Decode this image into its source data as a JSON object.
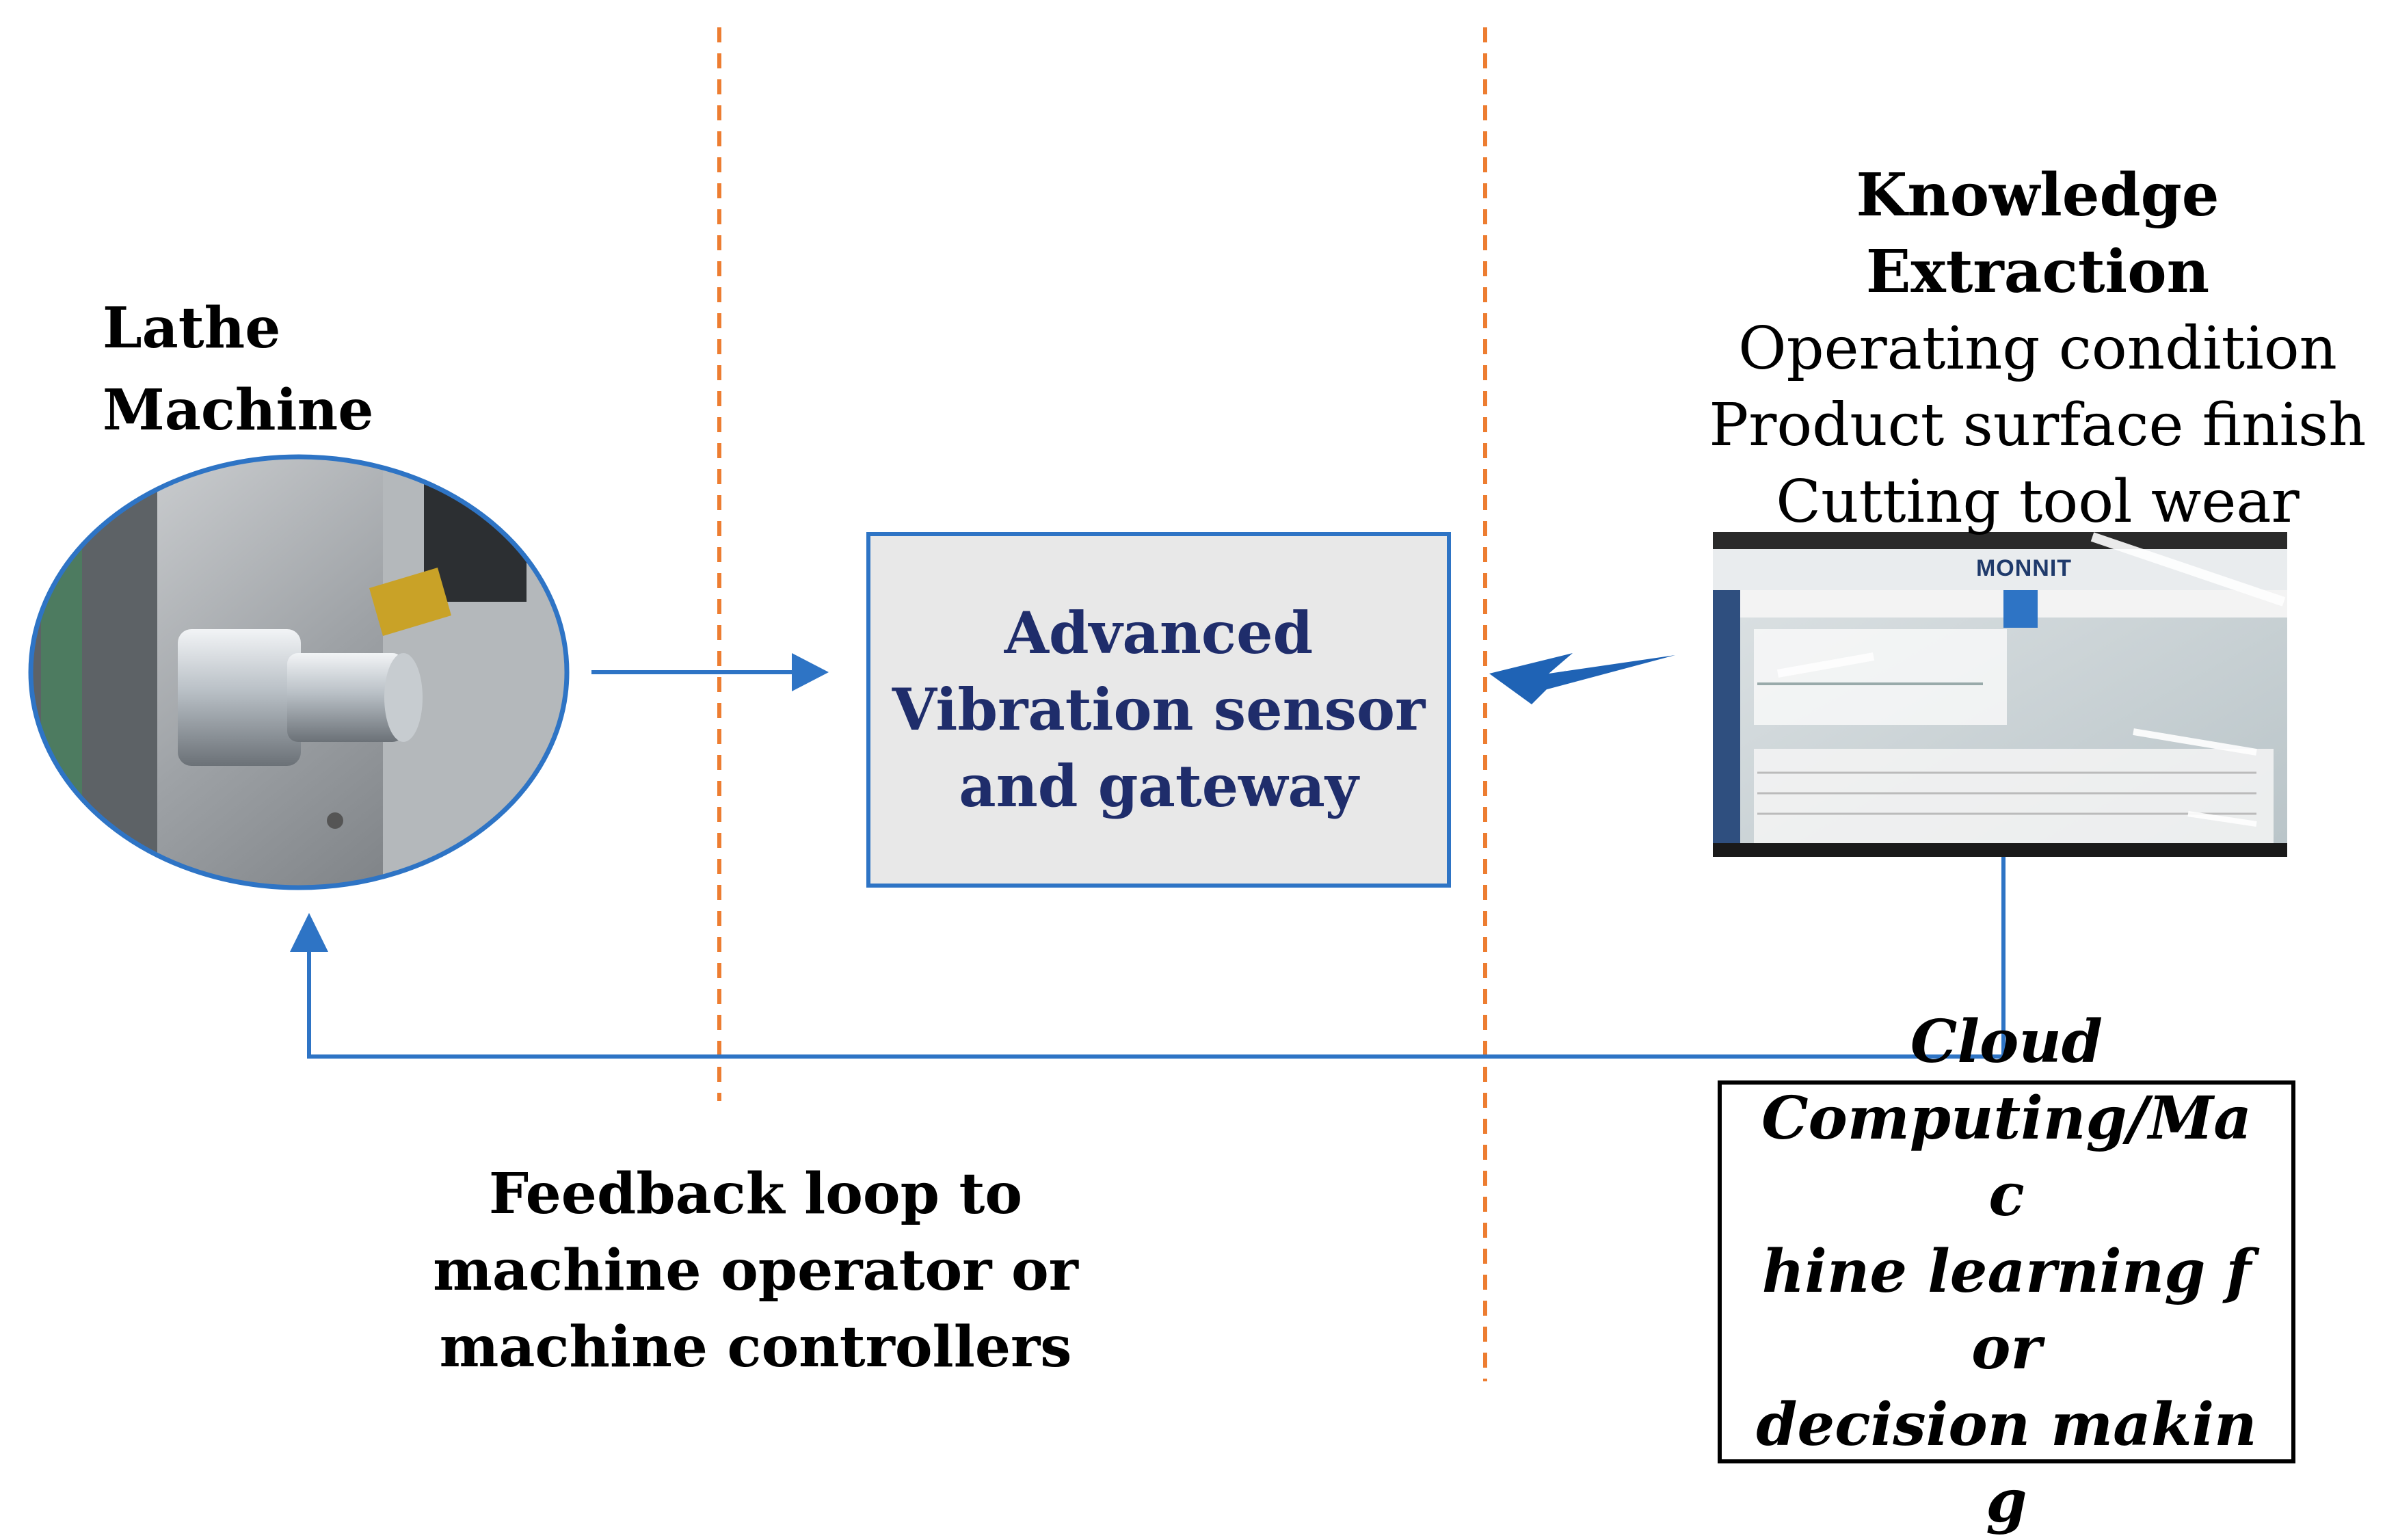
{
  "lathe": {
    "label": "Lathe Machine"
  },
  "sensor_box": {
    "lines": [
      "Advanced",
      "Vibration sensor",
      "and gateway"
    ]
  },
  "knowledge": {
    "title": "Knowledge Extraction",
    "items": [
      "Operating condition",
      "Product surface finish",
      "Cutting tool wear"
    ]
  },
  "dashboard": {
    "brand": "MONNIT"
  },
  "feedback": {
    "lines": [
      "Feedback loop to",
      "machine operator or",
      "machine controllers"
    ]
  },
  "cloud_box": {
    "lines": [
      "Cloud",
      "Computing/Mac",
      "hine learning for",
      "decision making"
    ]
  },
  "colors": {
    "arrow": "#2e74c5",
    "divider": "#ed7d31",
    "sensor_text": "#1f2d6b",
    "sensor_fill": "#e8e8e8",
    "bolt": "#1f63b5"
  }
}
